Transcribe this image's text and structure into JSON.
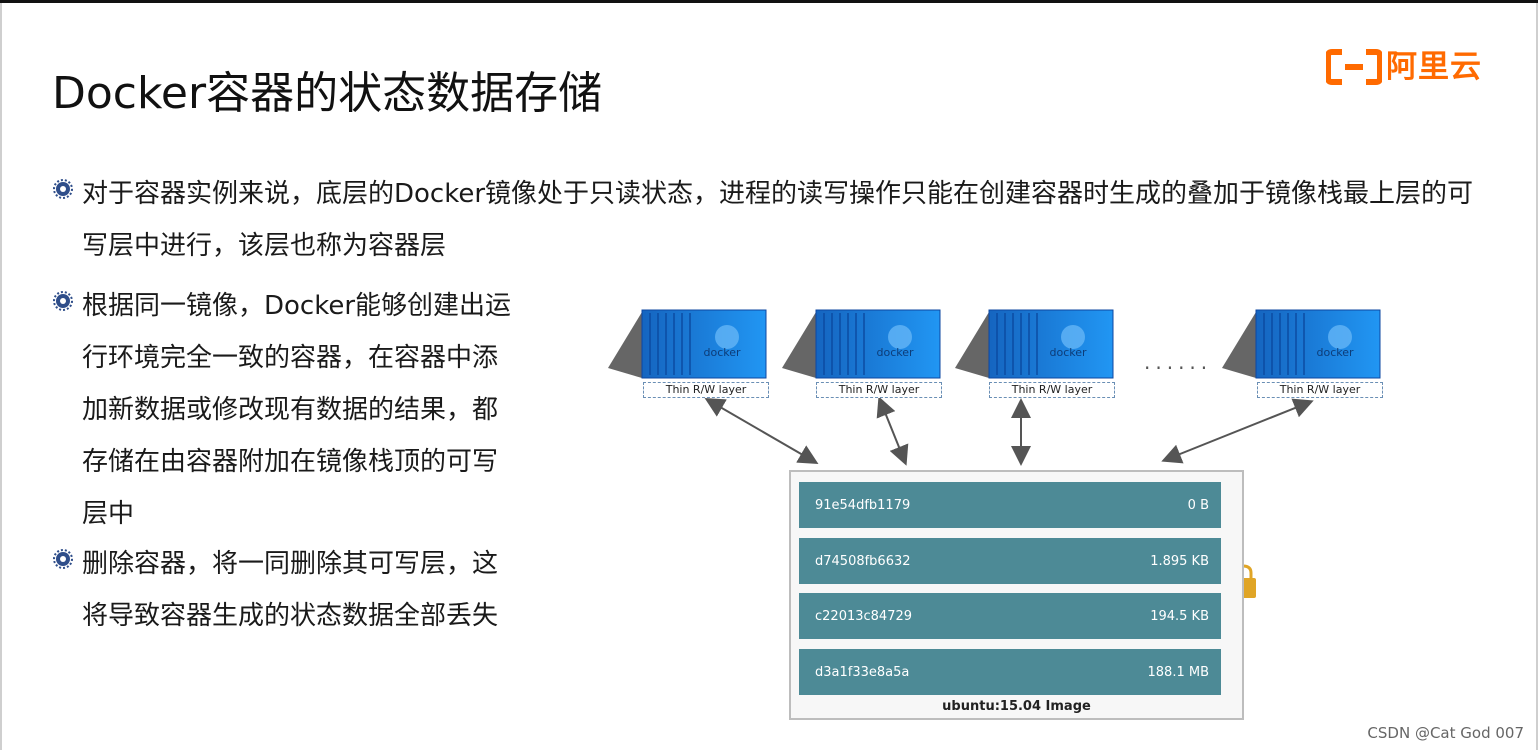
{
  "slide": {
    "title": "Docker容器的状态数据存储",
    "logo_text": "阿里云",
    "bullets": [
      "对于容器实例来说，底层的Docker镜像处于只读状态，进程的读写操作只能在创建容器时生成的叠加于镜像栈最上层的可写层中进行，该层也称为容器层",
      "根据同一镜像，Docker能够创建出运行环境完全一致的容器，在容器中添加新数据或修改现有数据的结果，都存储在由容器附加在镜像栈顶的可写层中",
      "删除容器，将一同删除其可写层，这将导致容器生成的状态数据全部丢失"
    ]
  },
  "diagram": {
    "container_brand": "docker",
    "thin_layer_label": "Thin R/W layer",
    "ellipsis": "......",
    "layers": [
      {
        "id": "91e54dfb1179",
        "size": "0 B"
      },
      {
        "id": "d74508fb6632",
        "size": "1.895 KB"
      },
      {
        "id": "c22013c84729",
        "size": "194.5 KB"
      },
      {
        "id": "d3a1f33e8a5a",
        "size": "188.1 MB"
      }
    ],
    "image_label": "ubuntu:15.04 Image"
  },
  "watermark": "CSDN @Cat God 007",
  "colors": {
    "logo": "#ff6a00",
    "layer": "#4d8a96",
    "container": "#1e88e5",
    "lock": "#e0a526"
  }
}
